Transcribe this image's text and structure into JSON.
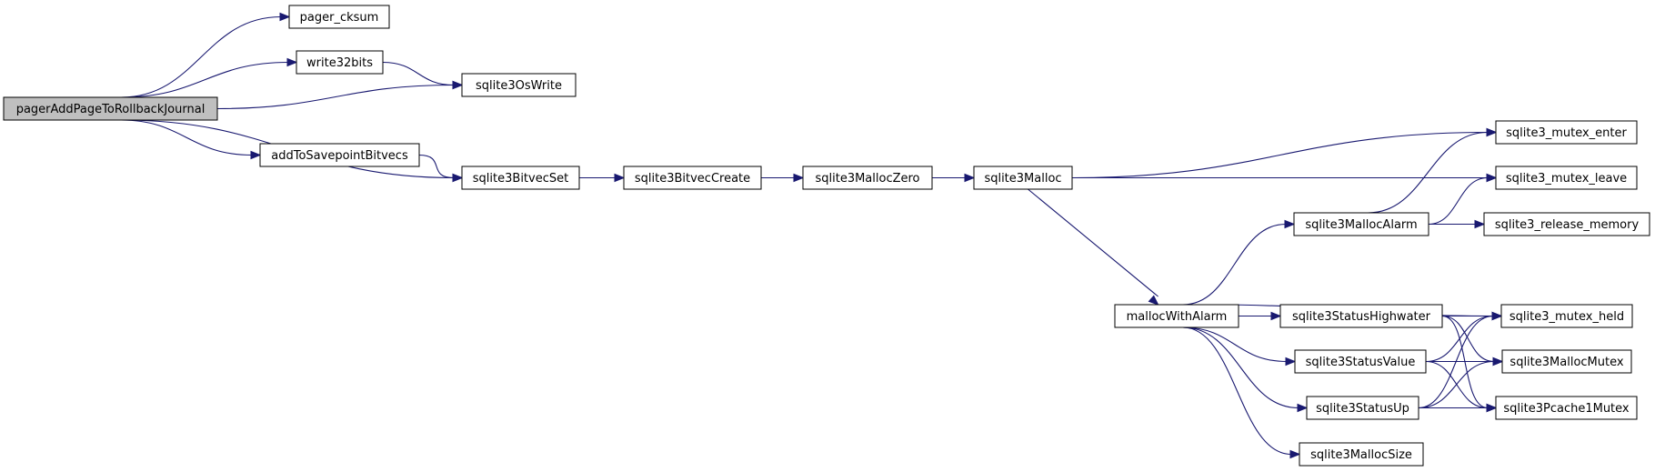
{
  "colors": {
    "edge": "#191970",
    "node_fill": "#ffffff",
    "root_fill": "#bfbfbf",
    "node_border": "#000000"
  },
  "nodes": [
    {
      "id": "root",
      "label": "pagerAddPageToRollbackJournal",
      "highlighted": true
    },
    {
      "id": "pager_cksum",
      "label": "pager_cksum"
    },
    {
      "id": "write32bits",
      "label": "write32bits"
    },
    {
      "id": "osWrite",
      "label": "sqlite3OsWrite"
    },
    {
      "id": "addToSavepoint",
      "label": "addToSavepointBitvecs"
    },
    {
      "id": "bitvecSet",
      "label": "sqlite3BitvecSet"
    },
    {
      "id": "bitvecCreate",
      "label": "sqlite3BitvecCreate"
    },
    {
      "id": "mallocZero",
      "label": "sqlite3MallocZero"
    },
    {
      "id": "malloc",
      "label": "sqlite3Malloc"
    },
    {
      "id": "mutexEnter",
      "label": "sqlite3_mutex_enter"
    },
    {
      "id": "mutexLeave",
      "label": "sqlite3_mutex_leave"
    },
    {
      "id": "mallocAlarm",
      "label": "sqlite3MallocAlarm"
    },
    {
      "id": "releaseMemory",
      "label": "sqlite3_release_memory"
    },
    {
      "id": "mallocWithAlarm",
      "label": "mallocWithAlarm"
    },
    {
      "id": "statusHighwater",
      "label": "sqlite3StatusHighwater"
    },
    {
      "id": "mutexHeld",
      "label": "sqlite3_mutex_held"
    },
    {
      "id": "statusValue",
      "label": "sqlite3StatusValue"
    },
    {
      "id": "mallocMutex",
      "label": "sqlite3MallocMutex"
    },
    {
      "id": "statusUp",
      "label": "sqlite3StatusUp"
    },
    {
      "id": "pcache1Mutex",
      "label": "sqlite3Pcache1Mutex"
    },
    {
      "id": "mallocSize",
      "label": "sqlite3MallocSize"
    }
  ],
  "edges": [
    [
      "root",
      "pager_cksum"
    ],
    [
      "root",
      "write32bits"
    ],
    [
      "root",
      "osWrite"
    ],
    [
      "root",
      "addToSavepoint"
    ],
    [
      "root",
      "bitvecSet"
    ],
    [
      "write32bits",
      "osWrite"
    ],
    [
      "addToSavepoint",
      "bitvecSet"
    ],
    [
      "bitvecSet",
      "bitvecCreate"
    ],
    [
      "bitvecCreate",
      "mallocZero"
    ],
    [
      "mallocZero",
      "malloc"
    ],
    [
      "malloc",
      "mutexEnter"
    ],
    [
      "malloc",
      "mutexLeave"
    ],
    [
      "malloc",
      "mallocWithAlarm"
    ],
    [
      "mallocAlarm",
      "mutexEnter"
    ],
    [
      "mallocAlarm",
      "mutexLeave"
    ],
    [
      "mallocAlarm",
      "releaseMemory"
    ],
    [
      "mallocWithAlarm",
      "mallocAlarm"
    ],
    [
      "mallocWithAlarm",
      "mutexHeld"
    ],
    [
      "mallocWithAlarm",
      "statusHighwater"
    ],
    [
      "mallocWithAlarm",
      "statusValue"
    ],
    [
      "mallocWithAlarm",
      "statusUp"
    ],
    [
      "mallocWithAlarm",
      "mallocSize"
    ],
    [
      "statusHighwater",
      "mutexHeld"
    ],
    [
      "statusHighwater",
      "mallocMutex"
    ],
    [
      "statusHighwater",
      "pcache1Mutex"
    ],
    [
      "statusValue",
      "mutexHeld"
    ],
    [
      "statusValue",
      "mallocMutex"
    ],
    [
      "statusValue",
      "pcache1Mutex"
    ],
    [
      "statusUp",
      "mutexHeld"
    ],
    [
      "statusUp",
      "mallocMutex"
    ],
    [
      "statusUp",
      "pcache1Mutex"
    ]
  ]
}
